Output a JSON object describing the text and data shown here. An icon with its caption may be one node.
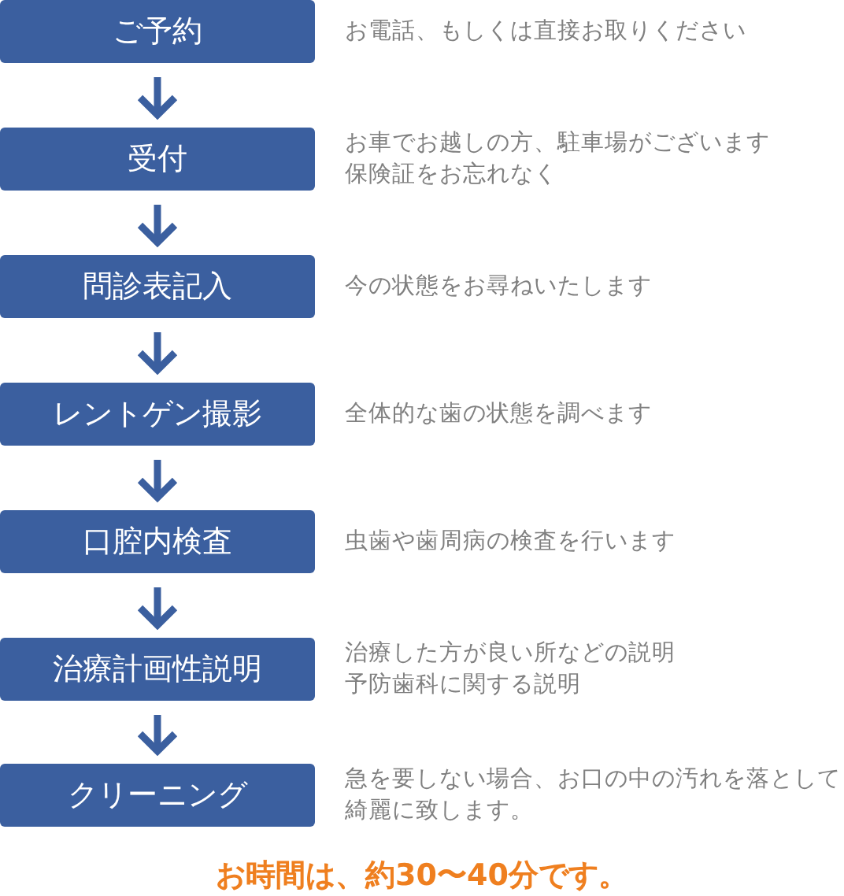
{
  "diagram": {
    "nodes": [
      {
        "text": [
          "ご予約"
        ],
        "beside": [
          "お電話、もしくは直接お取りください"
        ]
      },
      {
        "text": [
          "受付"
        ],
        "beside": [
          "お車でお越しの方、駐車場がございます",
          "保険証をお忘れなく"
        ]
      },
      {
        "text": [
          "問診表記入"
        ],
        "beside": [
          "今の状態をお尋ねいたします"
        ]
      },
      {
        "text": [
          "レントゲン撮影"
        ],
        "beside": [
          "全体的な歯の状態を調べます"
        ]
      },
      {
        "text": [
          "口腔内検査"
        ],
        "beside": [
          "虫歯や歯周病の検査を行います"
        ]
      },
      {
        "text": [
          "治療計画性説明"
        ],
        "beside": [
          "治療した方が良い所などの説明",
          "予防歯科に関する説明"
        ]
      },
      {
        "text": [
          "クリーニング"
        ],
        "beside": [
          "急を要しない場合、お口の中の汚れを落として綺麗に致します。"
        ]
      }
    ],
    "edges": [
      {
        "from": 0,
        "to": 1,
        "arrow": "to"
      },
      {
        "from": 1,
        "to": 2,
        "arrow": "to"
      },
      {
        "from": 2,
        "to": 3,
        "arrow": "to"
      },
      {
        "from": 3,
        "to": 4,
        "arrow": "to"
      },
      {
        "from": 4,
        "to": 5,
        "arrow": "to"
      },
      {
        "from": 5,
        "to": 6,
        "arrow": "to"
      }
    ],
    "caption": "お時間は、約30〜40分です。"
  }
}
